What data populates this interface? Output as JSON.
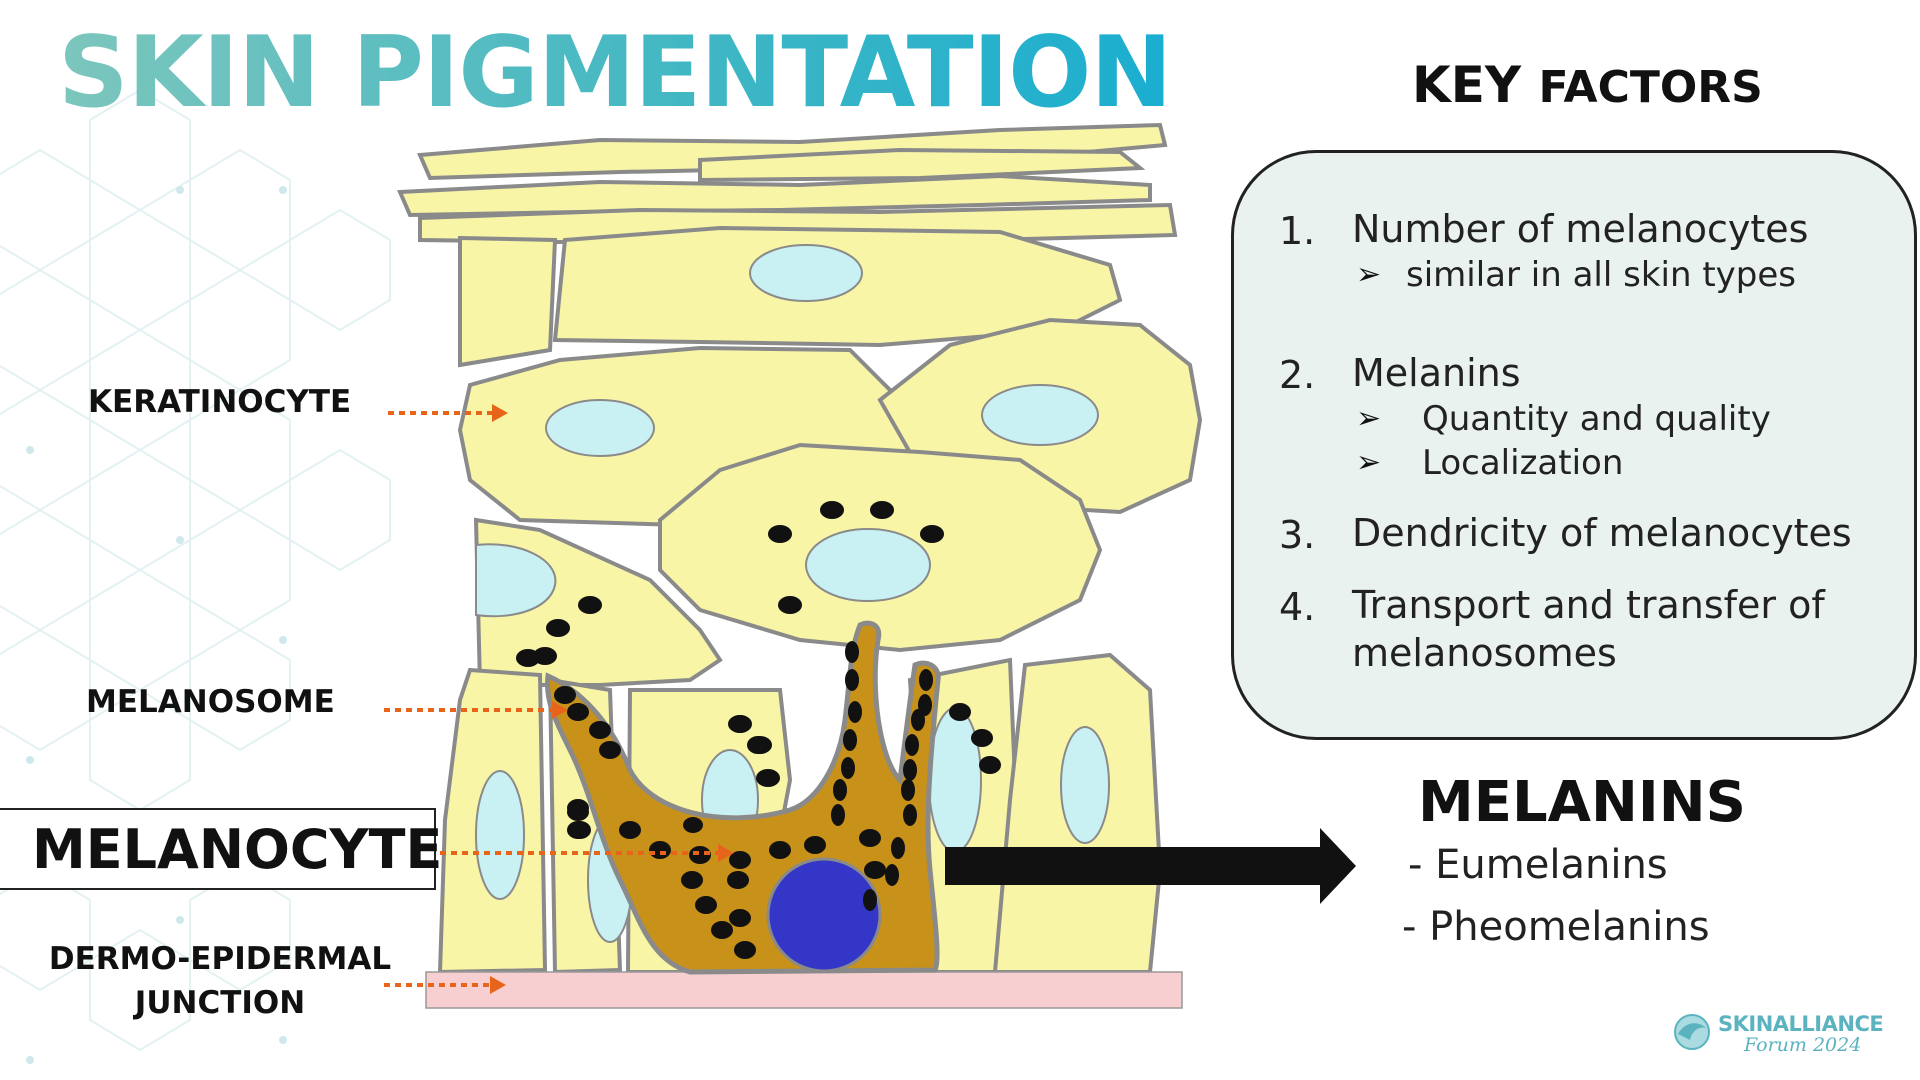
{
  "title": "SKIN PIGMENTATION",
  "labels": {
    "keratinocyte": "KERATINOCYTE",
    "melanosome": "MELANOSOME",
    "melanocyte": "MELANOCYTE",
    "dej_line1": "DERMO-EPIDERMAL",
    "dej_line2": "JUNCTION"
  },
  "key_factors": {
    "title_big": "KEY",
    "title_small": "FACTORS",
    "items": [
      {
        "num": "1.",
        "text": "Number of melanocytes",
        "subs": [
          "similar in all skin types"
        ]
      },
      {
        "num": "2.",
        "text": "Melanins",
        "subs": [
          "Quantity and quality",
          "Localization"
        ]
      },
      {
        "num": "3.",
        "text": "Dendricity of melanocytes",
        "subs": []
      },
      {
        "num": "4.",
        "text": "Transport and transfer of",
        "text2": "melanosomes",
        "subs": []
      }
    ],
    "bullet_symbol": "➢"
  },
  "melanins": {
    "title": "MELANINS",
    "items": [
      "- Eumelanins",
      "- Pheomelanins"
    ]
  },
  "logo": {
    "name": "SKINALLIANCE",
    "sub": "Forum 2024"
  },
  "colors": {
    "title_gradient_start": "#7cc6bd",
    "title_gradient_end": "#1aaed0",
    "cell_fill": "#f9f5a6",
    "cell_stroke": "#8a8a8a",
    "nucleus_fill": "#c9f1f3",
    "melanocyte_fill": "#c8921a",
    "melanocyte_nucleus": "#3436c8",
    "melanosome": "#111111",
    "arrow_dotted": "#e8641b",
    "junction_fill": "#f8cfd0",
    "key_box_fill": "#e9f2ef",
    "logo": "#5ab3bf"
  }
}
